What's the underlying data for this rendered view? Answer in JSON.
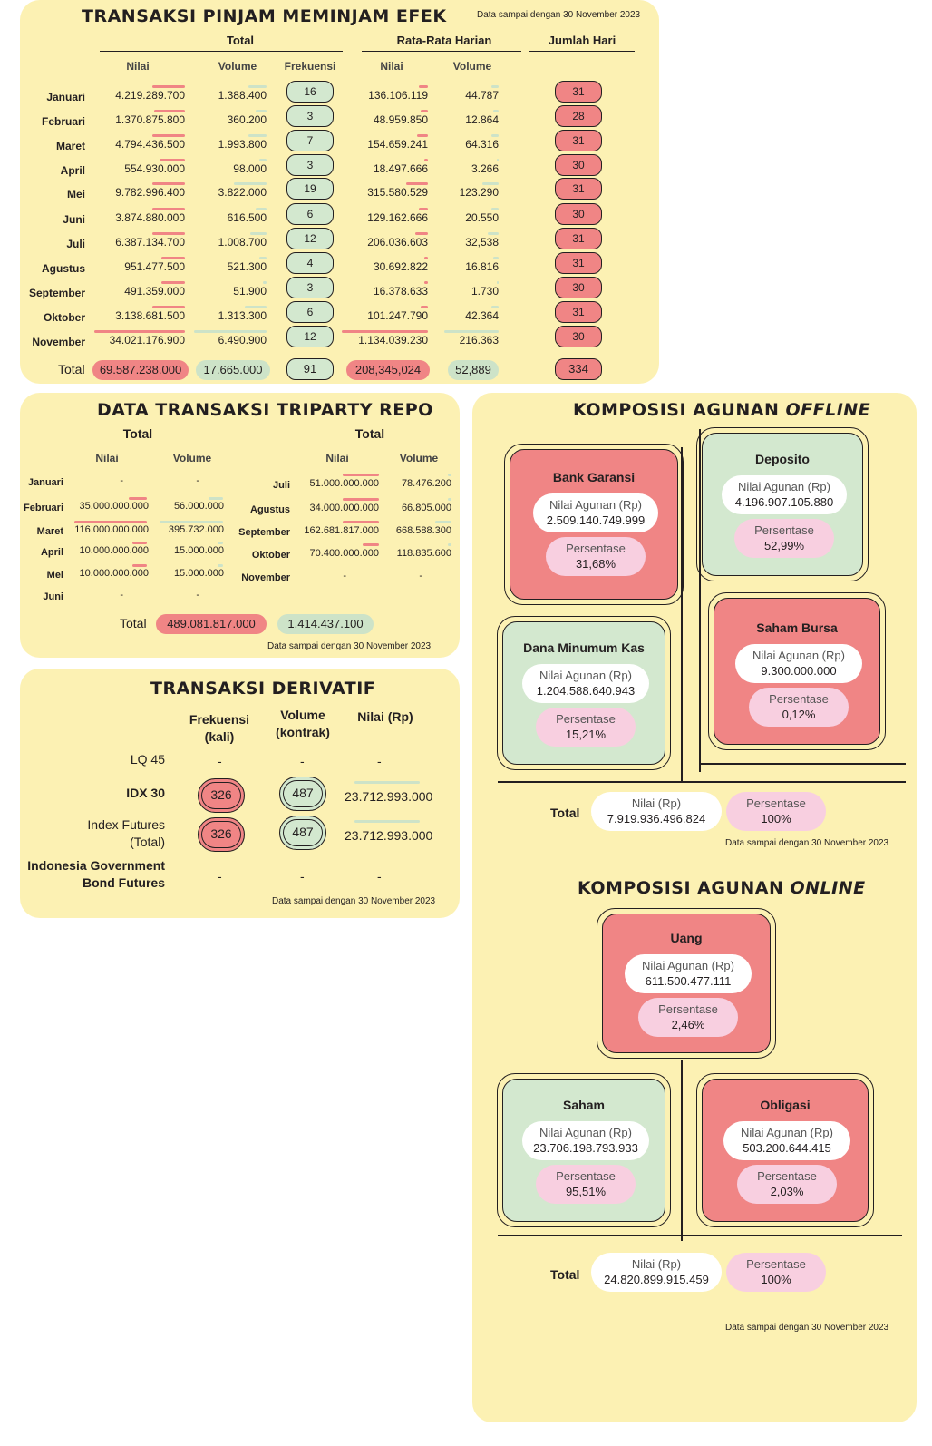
{
  "pinjam": {
    "title": "TRANSAKSI PINJAM MEMINJAM EFEK",
    "note": "Data sampai dengan 30 November 2023",
    "group_total": "Total",
    "group_avg": "Rata-Rata Harian",
    "group_days": "Jumlah Hari",
    "col_nilai": "Nilai",
    "col_volume": "Volume",
    "col_frekuensi": "Frekuensi",
    "col_avg_nilai": "Nilai",
    "col_avg_volume": "Volume",
    "rows": [
      {
        "month": "Januari",
        "nilai": "4.219.289.700",
        "volume": "1.388.400",
        "frek": "16",
        "avg_nilai": "136.106.119",
        "avg_volume": "44.787",
        "hari": "31"
      },
      {
        "month": "Februari",
        "nilai": "1.370.875.800",
        "volume": "360.200",
        "frek": "3",
        "avg_nilai": "48.959.850",
        "avg_volume": "12.864",
        "hari": "28"
      },
      {
        "month": "Maret",
        "nilai": "4.794.436.500",
        "volume": "1.993.800",
        "frek": "7",
        "avg_nilai": "154.659.241",
        "avg_volume": "64.316",
        "hari": "31"
      },
      {
        "month": "April",
        "nilai": "554.930.000",
        "volume": "98.000",
        "frek": "3",
        "avg_nilai": "18.497.666",
        "avg_volume": "3.266",
        "hari": "30"
      },
      {
        "month": "Mei",
        "nilai": "9.782.996.400",
        "volume": "3.822.000",
        "frek": "19",
        "avg_nilai": "315.580.529",
        "avg_volume": "123.290",
        "hari": "31"
      },
      {
        "month": "Juni",
        "nilai": "3.874.880.000",
        "volume": "616.500",
        "frek": "6",
        "avg_nilai": "129.162.666",
        "avg_volume": "20.550",
        "hari": "30"
      },
      {
        "month": "Juli",
        "nilai": "6.387.134.700",
        "volume": "1.008.700",
        "frek": "12",
        "avg_nilai": "206.036.603",
        "avg_volume": "32,538",
        "hari": "31"
      },
      {
        "month": "Agustus",
        "nilai": "951.477.500",
        "volume": "521.300",
        "frek": "4",
        "avg_nilai": "30.692.822",
        "avg_volume": "16.816",
        "hari": "31"
      },
      {
        "month": "September",
        "nilai": "491.359.000",
        "volume": "51.900",
        "frek": "3",
        "avg_nilai": "16.378.633",
        "avg_volume": "1.730",
        "hari": "30"
      },
      {
        "month": "Oktober",
        "nilai": "3.138.681.500",
        "volume": "1.313.300",
        "frek": "6",
        "avg_nilai": "101.247.790",
        "avg_volume": "42.364",
        "hari": "31"
      },
      {
        "month": "November",
        "nilai": "34.021.176.900",
        "volume": "6.490.900",
        "frek": "12",
        "avg_nilai": "1.134.039.230",
        "avg_volume": "216.363",
        "hari": "30"
      }
    ],
    "total_label": "Total",
    "total": {
      "nilai": "69.587.238.000",
      "volume": "17.665.000",
      "frek": "91",
      "avg_nilai": "208,345,024",
      "avg_volume": "52,889",
      "hari": "334"
    }
  },
  "repo": {
    "title": "DATA TRANSAKSI TRIPARTY REPO",
    "group_left": "Total",
    "group_right": "Total",
    "col_nilai": "Nilai",
    "col_volume": "Volume",
    "left_rows": [
      {
        "month": "Januari",
        "nilai": "-",
        "volume": "-"
      },
      {
        "month": "Februari",
        "nilai": "35.000.000.000",
        "volume": "56.000.000"
      },
      {
        "month": "Maret",
        "nilai": "116.000.000.000",
        "volume": "395.732.000"
      },
      {
        "month": "April",
        "nilai": "10.000.000.000",
        "volume": "15.000.000"
      },
      {
        "month": "Mei",
        "nilai": "10.000.000.000",
        "volume": "15.000.000"
      },
      {
        "month": "Juni",
        "nilai": "-",
        "volume": "-"
      }
    ],
    "right_rows": [
      {
        "month": "Juli",
        "nilai": "51.000.000.000",
        "volume": "78.476.200"
      },
      {
        "month": "Agustus",
        "nilai": "34.000.000.000",
        "volume": "66.805.000"
      },
      {
        "month": "September",
        "nilai": "162.681.817.000",
        "volume": "668.588.300"
      },
      {
        "month": "Oktober",
        "nilai": "70.400.000.000",
        "volume": "118.835.600"
      },
      {
        "month": "November",
        "nilai": "-",
        "volume": "-"
      }
    ],
    "total_label": "Total",
    "total_nilai": "489.081.817.000",
    "total_volume": "1.414.437.100",
    "note": "Data sampai dengan 30 November 2023"
  },
  "derivatif": {
    "title": "TRANSAKSI DERIVATIF",
    "col_frek_1": "Frekuensi",
    "col_frek_2": "(kali)",
    "col_vol_1": "Volume",
    "col_vol_2": "(kontrak)",
    "col_nilai": "Nilai (Rp)",
    "rows": [
      {
        "label1": "LQ 45",
        "label2": "",
        "frek": "-",
        "vol": "-",
        "nilai": "-"
      },
      {
        "label1": "IDX 30",
        "label2": "",
        "frek": "326",
        "vol": "487",
        "nilai": "23.712.993.000"
      },
      {
        "label1": "Index Futures",
        "label2": "(Total)",
        "frek": "326",
        "vol": "487",
        "nilai": "23.712.993.000"
      },
      {
        "label1": "Indonesia Government",
        "label2": "Bond Futures",
        "frek": "-",
        "vol": "-",
        "nilai": "-"
      }
    ],
    "note": "Data sampai dengan 30 November 2023"
  },
  "offline": {
    "title_prefix": "KOMPOSISI AGUNAN ",
    "title_em": "OFFLINE",
    "cards": [
      {
        "name": "Bank Garansi",
        "value_label": "Nilai Agunan (Rp)",
        "value": "2.509.140.749.999",
        "pct_label": "Persentase",
        "pct": "31,68%"
      },
      {
        "name": "Deposito",
        "value_label": "Nilai Agunan (Rp)",
        "value": "4.196.907.105.880",
        "pct_label": "Persentase",
        "pct": "52,99%"
      },
      {
        "name": "Dana Minumum Kas",
        "value_label": "Nilai Agunan (Rp)",
        "value": "1.204.588.640.943",
        "pct_label": "Persentase",
        "pct": "15,21%"
      },
      {
        "name": "Saham Bursa",
        "value_label": "Nilai Agunan (Rp)",
        "value": "9.300.000.000",
        "pct_label": "Persentase",
        "pct": "0,12%"
      }
    ],
    "total_label": "Total",
    "total_value_label": "Nilai (Rp)",
    "total_value": "7.919.936.496.824",
    "total_pct_label": "Persentase",
    "total_pct": "100%",
    "note": "Data sampai dengan 30 November 2023"
  },
  "online": {
    "title_prefix": "KOMPOSISI AGUNAN ",
    "title_em": "ONLINE",
    "cards": [
      {
        "name": "Uang",
        "value_label": "Nilai Agunan (Rp)",
        "value": "611.500.477.111",
        "pct_label": "Persentase",
        "pct": "2,46%"
      },
      {
        "name": "Saham",
        "value_label": "Nilai Agunan (Rp)",
        "value": "23.706.198.793.933",
        "pct_label": "Persentase",
        "pct": "95,51%"
      },
      {
        "name": "Obligasi",
        "value_label": "Nilai Agunan (Rp)",
        "value": "503.200.644.415",
        "pct_label": "Persentase",
        "pct": "2,03%"
      }
    ],
    "total_label": "Total",
    "total_value_label": "Nilai (Rp)",
    "total_value": "24.820.899.915.459",
    "total_pct_label": "Persentase",
    "total_pct": "100%",
    "note": "Data sampai dengan 30 November 2023"
  },
  "colors": {
    "panel": "#fcf1b3",
    "red": "#f08585",
    "green": "#d3e8cf",
    "pink": "#f8cfe0"
  }
}
